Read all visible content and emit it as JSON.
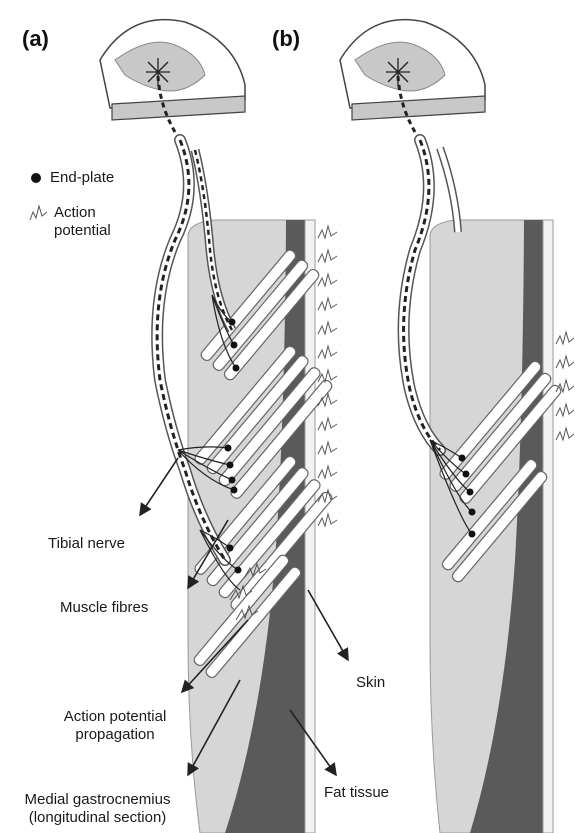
{
  "panels": {
    "a": "(a)",
    "b": "(b)"
  },
  "legend": {
    "end_plate": "End-plate",
    "action_potential_line1": "Action",
    "action_potential_line2": "potential"
  },
  "labels": {
    "tibial_nerve": "Tibial nerve",
    "muscle_fibres": "Muscle fibres",
    "ap_propagation_line1": "Action potential",
    "ap_propagation_line2": "propagation",
    "medial_gastrocnemius_line1": "Medial gastrocnemius",
    "medial_gastrocnemius_line2": "(longitudinal section)",
    "skin": "Skin",
    "fat_tissue": "Fat tissue"
  },
  "colors": {
    "muscle": "#d6d6d6",
    "fat": "#5a5a5a",
    "skin": "#f2f2f2",
    "outline": "#333333",
    "spinal_gray": "#c8c8c8"
  }
}
